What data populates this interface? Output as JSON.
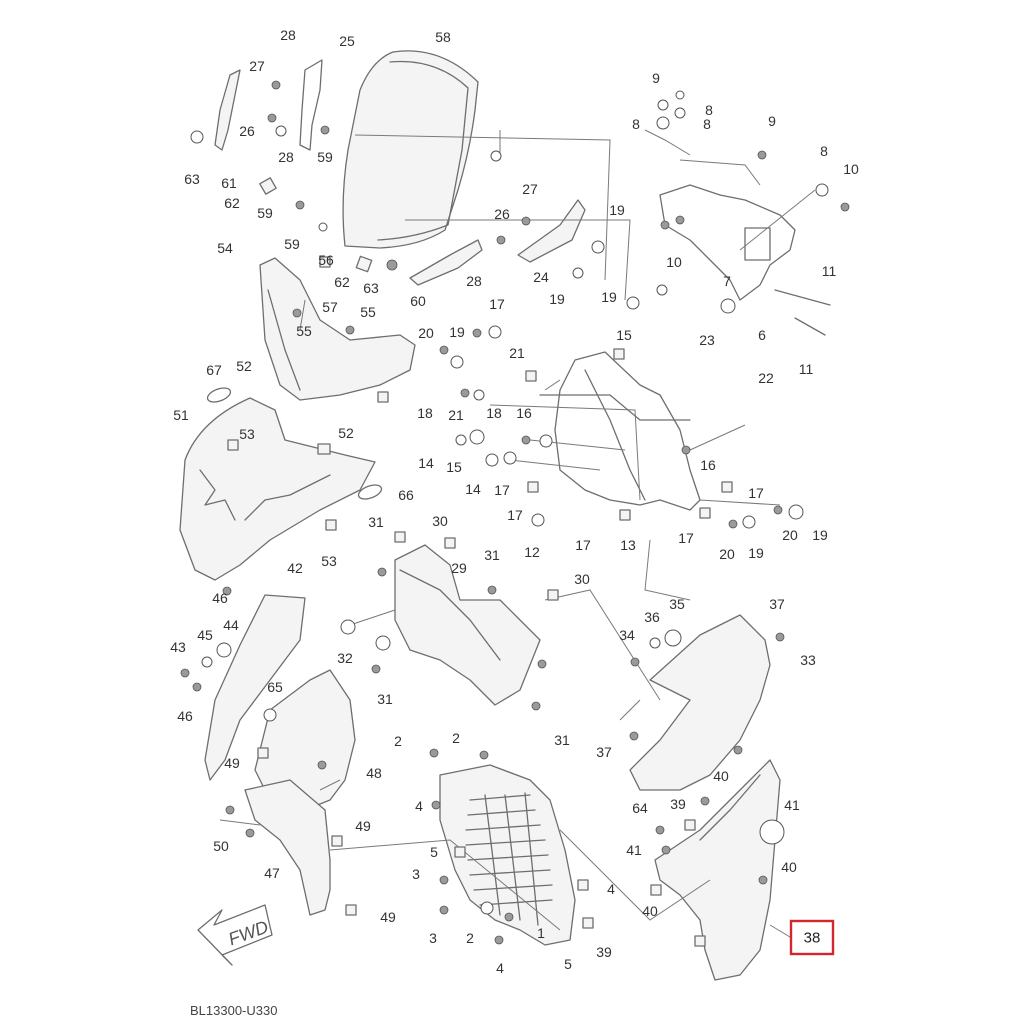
{
  "drawing_code": "BL13300-U330",
  "fwd_label": "FWD",
  "highlight": {
    "label": "38",
    "color": "#d0282c"
  },
  "callouts": [
    "28",
    "25",
    "58",
    "27",
    "26",
    "28",
    "59",
    "63",
    "61",
    "62",
    "59",
    "59",
    "54",
    "56",
    "62",
    "63",
    "60",
    "28",
    "27",
    "26",
    "24",
    "19",
    "19",
    "19",
    "9",
    "8",
    "8",
    "8",
    "9",
    "8",
    "10",
    "10",
    "7",
    "11",
    "6",
    "11",
    "23",
    "22",
    "57",
    "55",
    "55",
    "67",
    "52",
    "51",
    "53",
    "20",
    "19",
    "17",
    "21",
    "18",
    "21",
    "18",
    "16",
    "15",
    "14",
    "15",
    "14",
    "17",
    "17",
    "13",
    "12",
    "17",
    "16",
    "17",
    "17",
    "20",
    "19",
    "20",
    "19",
    "52",
    "66",
    "53",
    "31",
    "30",
    "31",
    "29",
    "30",
    "32",
    "31",
    "31",
    "42",
    "46",
    "43",
    "45",
    "44",
    "46",
    "65",
    "49",
    "48",
    "50",
    "49",
    "47",
    "49",
    "37",
    "36",
    "35",
    "34",
    "33",
    "37",
    "2",
    "2",
    "4",
    "5",
    "3",
    "4",
    "2",
    "3",
    "1",
    "4",
    "5",
    "39",
    "40",
    "39",
    "64",
    "41",
    "41",
    "40",
    "40"
  ]
}
